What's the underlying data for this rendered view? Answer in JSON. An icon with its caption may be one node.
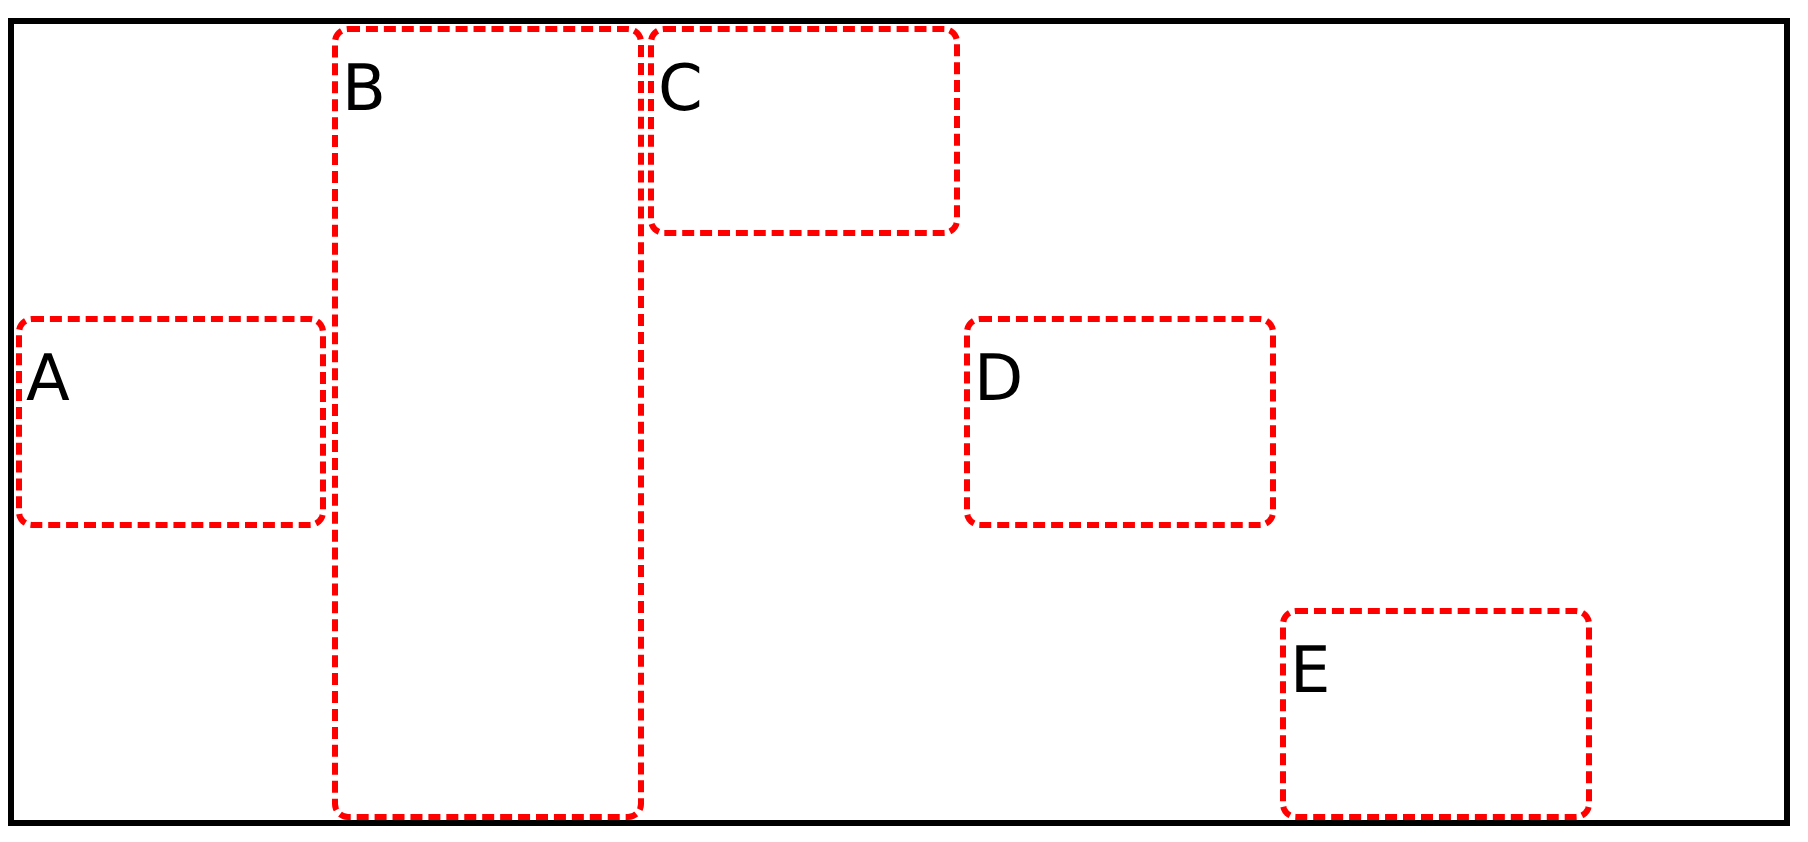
{
  "diagram": {
    "nodes": [
      {
        "text": [
          "A"
        ]
      },
      {
        "text": [
          "B"
        ]
      },
      {
        "text": [
          "C"
        ]
      },
      {
        "text": [
          "D"
        ]
      },
      {
        "text": [
          "E"
        ]
      }
    ],
    "edges": []
  }
}
